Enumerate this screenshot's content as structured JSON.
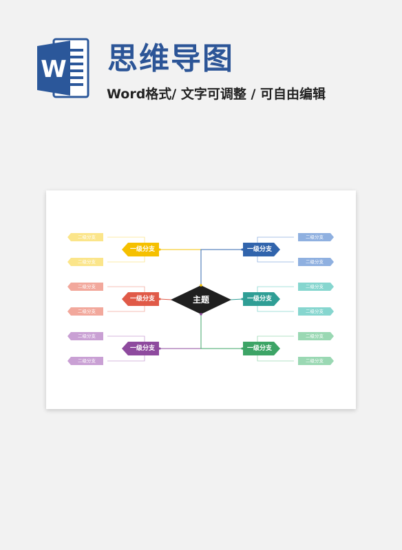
{
  "header": {
    "title": "思维导图",
    "subtitle": "Word格式/ 文字可调整 / 可自由编辑",
    "logo_letter": "W",
    "logo_color": "#2b579a"
  },
  "diagram": {
    "center_label": "主题",
    "primary_label": "一级分支",
    "secondary_label": "二级分支",
    "branches": [
      {
        "side": "left",
        "row": 0,
        "color": "#f5c000",
        "light": "#fbe58a"
      },
      {
        "side": "left",
        "row": 1,
        "color": "#e05a48",
        "light": "#f2a89c"
      },
      {
        "side": "left",
        "row": 2,
        "color": "#8e4a9e",
        "light": "#c9a0d4"
      },
      {
        "side": "right",
        "row": 0,
        "color": "#3164ac",
        "light": "#8fb0e0"
      },
      {
        "side": "right",
        "row": 1,
        "color": "#2f9e95",
        "light": "#86d6cf"
      },
      {
        "side": "right",
        "row": 2,
        "color": "#3da466",
        "light": "#9ad8b3"
      }
    ]
  }
}
